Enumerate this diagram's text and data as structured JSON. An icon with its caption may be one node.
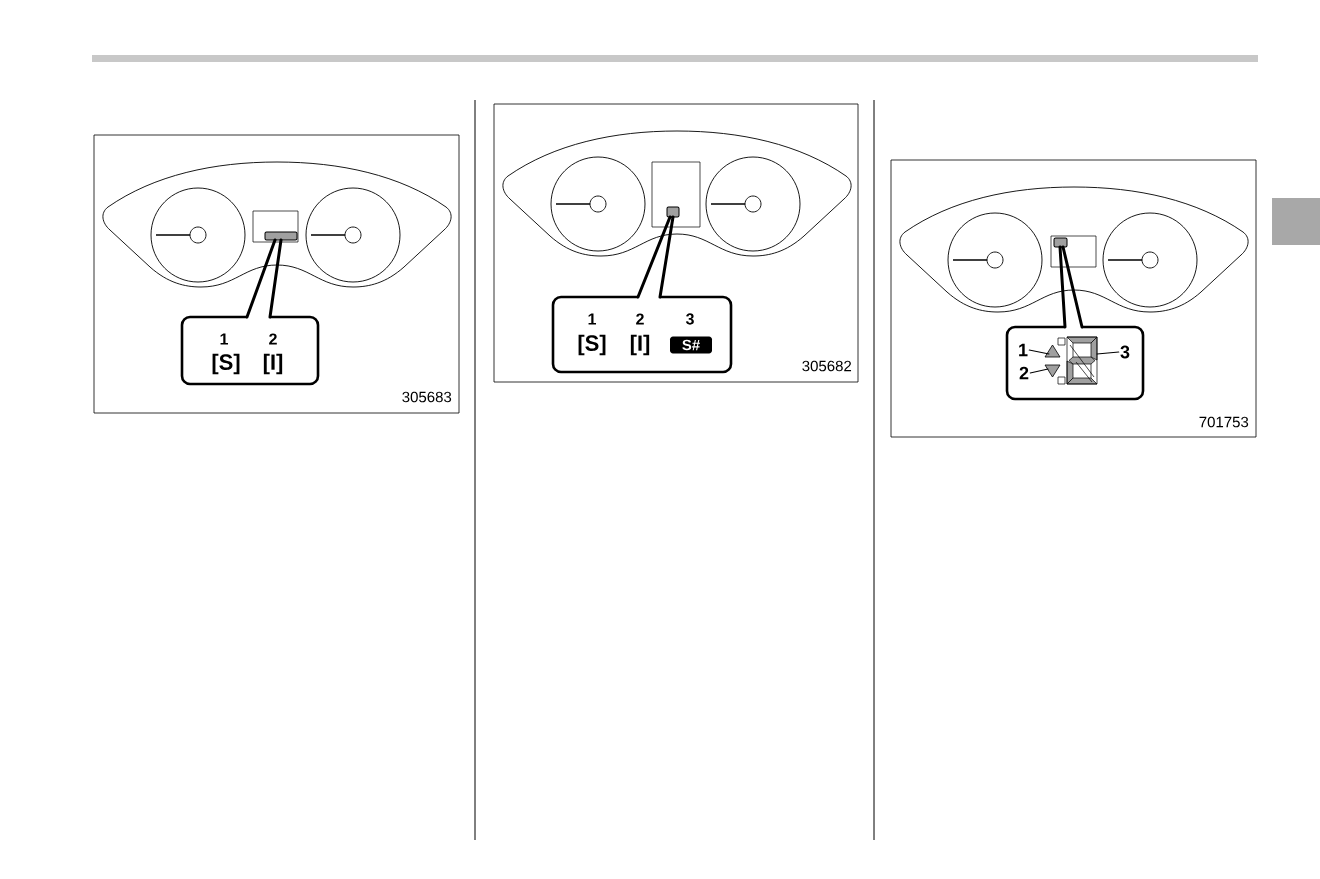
{
  "diagram": {
    "nodes": [
      {
        "text": [
          "305683"
        ]
      },
      {
        "text": [],
        "shape": "box",
        "in": 0
      },
      {
        "text": [
          "1",
          "2",
          "[S]",
          "[I]"
        ],
        "in": 0
      },
      {
        "text": [
          "305682"
        ]
      },
      {
        "text": [],
        "shape": "box",
        "in": 3
      },
      {
        "text": [
          "1",
          "2",
          "3",
          "[S]",
          "[I]",
          "S#"
        ],
        "in": 3
      },
      {
        "text": [
          "701753"
        ]
      },
      {
        "text": [],
        "shape": "box",
        "in": 6
      },
      {
        "text": [],
        "shape": "box",
        "in": 6
      },
      {
        "text": [
          "1"
        ],
        "in": 8
      },
      {
        "text": [
          "2"
        ],
        "in": 8
      },
      {
        "text": [
          "3"
        ],
        "in": 8
      },
      {
        "text": [],
        "shape": "triangle",
        "in": 8
      },
      {
        "text": [],
        "shape": "triangle",
        "in": 8
      },
      {
        "text": [],
        "shape": "picture",
        "in": 8
      }
    ],
    "edges": [
      {
        "from": 2,
        "to": 1,
        "arrow": "none",
        "style": "thick"
      },
      {
        "from": 5,
        "to": 4,
        "arrow": "none",
        "style": "thick"
      },
      {
        "from": 8,
        "to": 7,
        "arrow": "none",
        "style": "thick"
      },
      {
        "from": 9,
        "to": 12,
        "arrow": "none"
      },
      {
        "from": 10,
        "to": 13,
        "arrow": "none"
      },
      {
        "from": 11,
        "to": 14,
        "arrow": "none"
      }
    ]
  }
}
